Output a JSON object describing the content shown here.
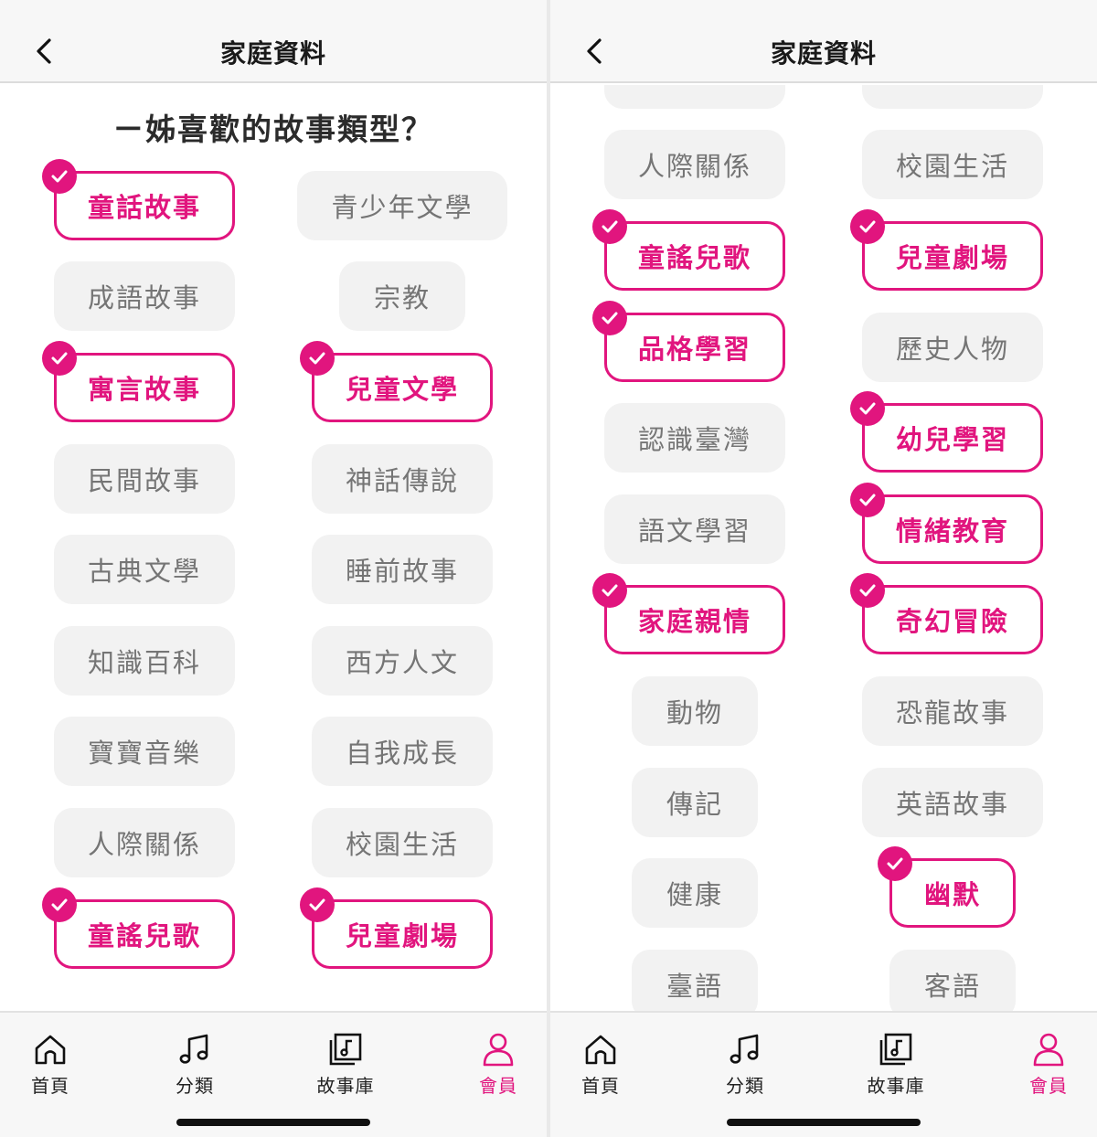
{
  "nav": {
    "title": "家庭資料"
  },
  "question": "ㄧ姊喜歡的故事類型？",
  "colors": {
    "accent": "#e1157e",
    "chip_bg": "#f2f2f2",
    "chip_text": "#757575"
  },
  "left": {
    "chips": [
      {
        "label": "童話故事",
        "selected": true
      },
      {
        "label": "青少年文學",
        "selected": false
      },
      {
        "label": "成語故事",
        "selected": false
      },
      {
        "label": "宗教",
        "selected": false
      },
      {
        "label": "寓言故事",
        "selected": true
      },
      {
        "label": "兒童文學",
        "selected": true
      },
      {
        "label": "民間故事",
        "selected": false
      },
      {
        "label": "神話傳說",
        "selected": false
      },
      {
        "label": "古典文學",
        "selected": false
      },
      {
        "label": "睡前故事",
        "selected": false
      },
      {
        "label": "知識百科",
        "selected": false
      },
      {
        "label": "西方人文",
        "selected": false
      },
      {
        "label": "寶寶音樂",
        "selected": false
      },
      {
        "label": "自我成長",
        "selected": false
      },
      {
        "label": "人際關係",
        "selected": false
      },
      {
        "label": "校園生活",
        "selected": false
      },
      {
        "label": "童謠兒歌",
        "selected": true
      },
      {
        "label": "兒童劇場",
        "selected": true
      }
    ]
  },
  "right": {
    "chips": [
      {
        "label": "",
        "selected": false
      },
      {
        "label": "",
        "selected": false
      },
      {
        "label": "人際關係",
        "selected": false
      },
      {
        "label": "校園生活",
        "selected": false
      },
      {
        "label": "童謠兒歌",
        "selected": true
      },
      {
        "label": "兒童劇場",
        "selected": true
      },
      {
        "label": "品格學習",
        "selected": true
      },
      {
        "label": "歷史人物",
        "selected": false
      },
      {
        "label": "認識臺灣",
        "selected": false
      },
      {
        "label": "幼兒學習",
        "selected": true
      },
      {
        "label": "語文學習",
        "selected": false
      },
      {
        "label": "情緒教育",
        "selected": true
      },
      {
        "label": "家庭親情",
        "selected": true
      },
      {
        "label": "奇幻冒險",
        "selected": true
      },
      {
        "label": "動物",
        "selected": false
      },
      {
        "label": "恐龍故事",
        "selected": false
      },
      {
        "label": "傳記",
        "selected": false
      },
      {
        "label": "英語故事",
        "selected": false
      },
      {
        "label": "健康",
        "selected": false
      },
      {
        "label": "幽默",
        "selected": true
      },
      {
        "label": "臺語",
        "selected": false
      },
      {
        "label": "客語",
        "selected": false
      }
    ]
  },
  "tabs": [
    {
      "label": "首頁",
      "icon": "home-icon",
      "active": false
    },
    {
      "label": "分類",
      "icon": "music-note-icon",
      "active": false
    },
    {
      "label": "故事庫",
      "icon": "album-library-icon",
      "active": false
    },
    {
      "label": "會員",
      "icon": "user-icon",
      "active": true
    }
  ]
}
